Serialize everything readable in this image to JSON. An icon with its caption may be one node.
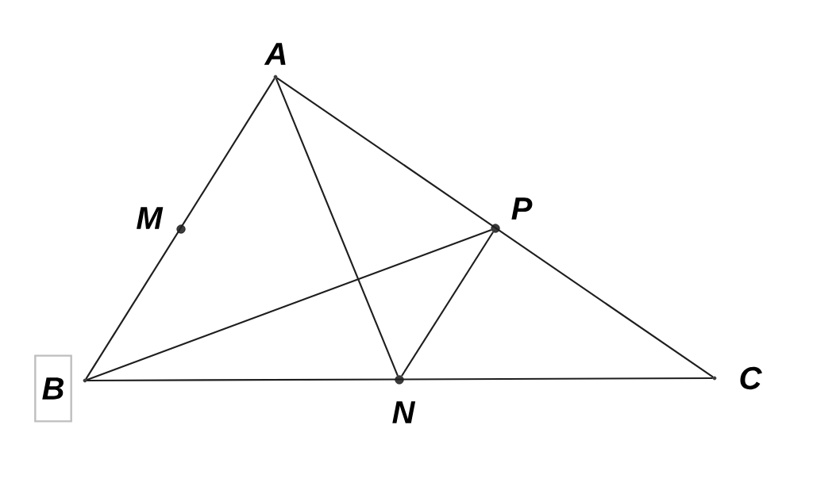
{
  "diagram": {
    "nodes": [
      {
        "text": [],
        "shape": "circle",
        "beside": [
          "A"
        ]
      },
      {
        "text": [],
        "shape": "circle",
        "beside": [
          "M"
        ]
      },
      {
        "text": [],
        "shape": "circle",
        "beside": [
          "P"
        ]
      },
      {
        "text": [],
        "shape": "circle",
        "beside": [
          "B"
        ]
      },
      {
        "text": [],
        "shape": "circle",
        "beside": [
          "N"
        ]
      },
      {
        "text": [],
        "shape": "circle",
        "beside": [
          "C"
        ]
      }
    ],
    "edges": [
      {
        "from": 0,
        "to": 3,
        "arrow": "none"
      },
      {
        "from": 0,
        "to": 5,
        "arrow": "none"
      },
      {
        "from": 3,
        "to": 5,
        "arrow": "none"
      },
      {
        "from": 0,
        "to": 4,
        "arrow": "none"
      },
      {
        "from": 3,
        "to": 2,
        "arrow": "none"
      },
      {
        "from": 2,
        "to": 4,
        "arrow": "none"
      }
    ]
  }
}
